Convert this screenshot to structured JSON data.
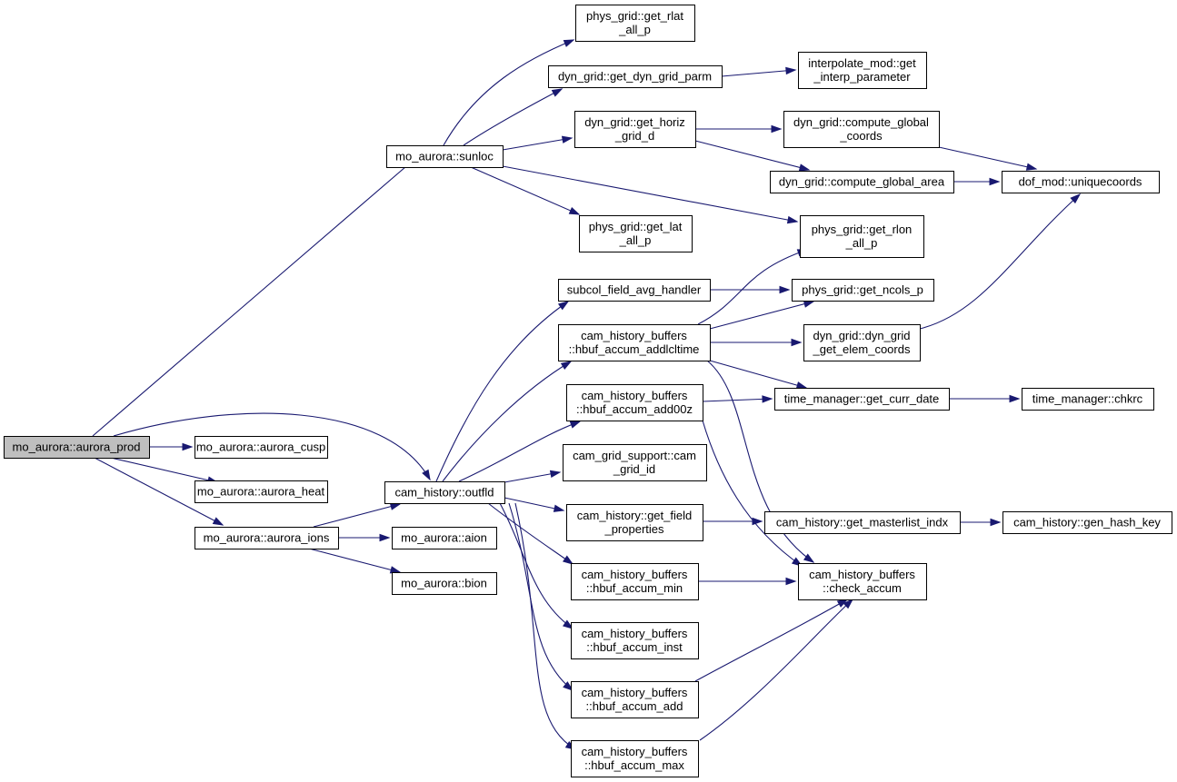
{
  "colors": {
    "edge": "#191970",
    "root_fill": "#bfbfbf",
    "node_fill": "#ffffff",
    "node_border": "#000000"
  },
  "nodes": [
    {
      "id": "aurora_prod",
      "lines": [
        "mo_aurora::aurora_prod"
      ],
      "root": true
    },
    {
      "id": "sunloc",
      "lines": [
        "mo_aurora::sunloc"
      ]
    },
    {
      "id": "aurora_cusp",
      "lines": [
        "mo_aurora::aurora_cusp"
      ]
    },
    {
      "id": "aurora_heat",
      "lines": [
        "mo_aurora::aurora_heat"
      ]
    },
    {
      "id": "aurora_ions",
      "lines": [
        "mo_aurora::aurora_ions"
      ]
    },
    {
      "id": "outfld",
      "lines": [
        "cam_history::outfld"
      ]
    },
    {
      "id": "aion",
      "lines": [
        "mo_aurora::aion"
      ]
    },
    {
      "id": "bion",
      "lines": [
        "mo_aurora::bion"
      ]
    },
    {
      "id": "get_rlat",
      "lines": [
        "phys_grid::get_rlat",
        "_all_p"
      ]
    },
    {
      "id": "get_dyn_grid_parm",
      "lines": [
        "dyn_grid::get_dyn_grid_parm"
      ]
    },
    {
      "id": "get_horiz",
      "lines": [
        "dyn_grid::get_horiz",
        "_grid_d"
      ]
    },
    {
      "id": "get_lat",
      "lines": [
        "phys_grid::get_lat",
        "_all_p"
      ]
    },
    {
      "id": "subcol",
      "lines": [
        "subcol_field_avg_handler"
      ]
    },
    {
      "id": "addlcltime",
      "lines": [
        "cam_history_buffers",
        "::hbuf_accum_addlcltime"
      ]
    },
    {
      "id": "add00z",
      "lines": [
        "cam_history_buffers",
        "::hbuf_accum_add00z"
      ]
    },
    {
      "id": "cam_grid_id",
      "lines": [
        "cam_grid_support::cam",
        "_grid_id"
      ]
    },
    {
      "id": "get_field_properties",
      "lines": [
        "cam_history::get_field",
        "_properties"
      ]
    },
    {
      "id": "accum_min",
      "lines": [
        "cam_history_buffers",
        "::hbuf_accum_min"
      ]
    },
    {
      "id": "accum_inst",
      "lines": [
        "cam_history_buffers",
        "::hbuf_accum_inst"
      ]
    },
    {
      "id": "accum_add",
      "lines": [
        "cam_history_buffers",
        "::hbuf_accum_add"
      ]
    },
    {
      "id": "accum_max",
      "lines": [
        "cam_history_buffers",
        "::hbuf_accum_max"
      ]
    },
    {
      "id": "interp_param",
      "lines": [
        "interpolate_mod::get",
        "_interp_parameter"
      ]
    },
    {
      "id": "compute_global_coords",
      "lines": [
        "dyn_grid::compute_global",
        "_coords"
      ]
    },
    {
      "id": "compute_global_area",
      "lines": [
        "dyn_grid::compute_global_area"
      ]
    },
    {
      "id": "get_rlon",
      "lines": [
        "phys_grid::get_rlon",
        "_all_p"
      ]
    },
    {
      "id": "get_ncols",
      "lines": [
        "phys_grid::get_ncols_p"
      ]
    },
    {
      "id": "get_elem_coords",
      "lines": [
        "dyn_grid::dyn_grid",
        "_get_elem_coords"
      ]
    },
    {
      "id": "get_curr_date",
      "lines": [
        "time_manager::get_curr_date"
      ]
    },
    {
      "id": "get_masterlist_indx",
      "lines": [
        "cam_history::get_masterlist_indx"
      ]
    },
    {
      "id": "check_accum",
      "lines": [
        "cam_history_buffers",
        "::check_accum"
      ]
    },
    {
      "id": "uniquecoords",
      "lines": [
        "dof_mod::uniquecoords"
      ]
    },
    {
      "id": "chkrc",
      "lines": [
        "time_manager::chkrc"
      ]
    },
    {
      "id": "gen_hash_key",
      "lines": [
        "cam_history::gen_hash_key"
      ]
    }
  ],
  "edges": [
    {
      "from": "aurora_prod",
      "to": "sunloc"
    },
    {
      "from": "aurora_prod",
      "to": "aurora_cusp"
    },
    {
      "from": "aurora_prod",
      "to": "aurora_heat"
    },
    {
      "from": "aurora_prod",
      "to": "aurora_ions"
    },
    {
      "from": "aurora_prod",
      "to": "outfld"
    },
    {
      "from": "sunloc",
      "to": "get_rlat"
    },
    {
      "from": "sunloc",
      "to": "get_dyn_grid_parm"
    },
    {
      "from": "sunloc",
      "to": "get_horiz"
    },
    {
      "from": "sunloc",
      "to": "get_lat"
    },
    {
      "from": "sunloc",
      "to": "get_rlon"
    },
    {
      "from": "get_dyn_grid_parm",
      "to": "interp_param"
    },
    {
      "from": "get_horiz",
      "to": "compute_global_coords"
    },
    {
      "from": "get_horiz",
      "to": "compute_global_area"
    },
    {
      "from": "compute_global_coords",
      "to": "uniquecoords"
    },
    {
      "from": "compute_global_area",
      "to": "uniquecoords"
    },
    {
      "from": "aurora_ions",
      "to": "outfld"
    },
    {
      "from": "aurora_ions",
      "to": "aion"
    },
    {
      "from": "aurora_ions",
      "to": "bion"
    },
    {
      "from": "outfld",
      "to": "subcol"
    },
    {
      "from": "outfld",
      "to": "addlcltime"
    },
    {
      "from": "outfld",
      "to": "add00z"
    },
    {
      "from": "outfld",
      "to": "cam_grid_id"
    },
    {
      "from": "outfld",
      "to": "get_field_properties"
    },
    {
      "from": "outfld",
      "to": "accum_min"
    },
    {
      "from": "outfld",
      "to": "accum_inst"
    },
    {
      "from": "outfld",
      "to": "accum_add"
    },
    {
      "from": "outfld",
      "to": "accum_max"
    },
    {
      "from": "subcol",
      "to": "get_ncols"
    },
    {
      "from": "addlcltime",
      "to": "get_rlon"
    },
    {
      "from": "addlcltime",
      "to": "get_ncols"
    },
    {
      "from": "addlcltime",
      "to": "get_elem_coords"
    },
    {
      "from": "addlcltime",
      "to": "get_curr_date"
    },
    {
      "from": "addlcltime",
      "to": "check_accum"
    },
    {
      "from": "get_elem_coords",
      "to": "uniquecoords"
    },
    {
      "from": "add00z",
      "to": "get_curr_date"
    },
    {
      "from": "add00z",
      "to": "check_accum"
    },
    {
      "from": "get_curr_date",
      "to": "chkrc"
    },
    {
      "from": "get_field_properties",
      "to": "get_masterlist_indx"
    },
    {
      "from": "get_masterlist_indx",
      "to": "gen_hash_key"
    },
    {
      "from": "accum_min",
      "to": "check_accum"
    },
    {
      "from": "accum_add",
      "to": "check_accum"
    },
    {
      "from": "accum_max",
      "to": "check_accum"
    }
  ]
}
